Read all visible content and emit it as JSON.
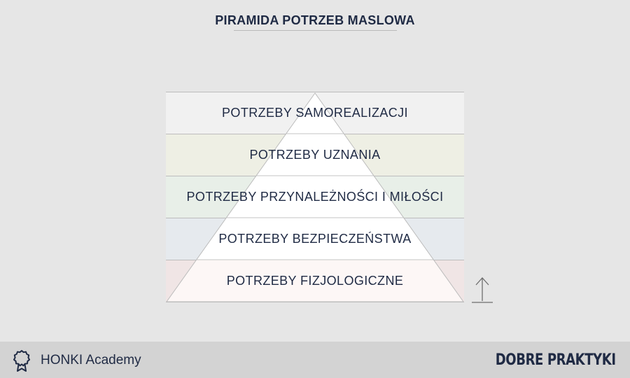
{
  "title": "PIRAMIDA POTRZEB MASLOWA",
  "levels": [
    {
      "label": "POTRZEBY SAMOREALIZACJI",
      "color": "#f1f1f1"
    },
    {
      "label": "POTRZEBY UZNANIA",
      "color": "#eeefe4"
    },
    {
      "label": "POTRZEBY PRZYNALEŻNOŚCI I MIŁOŚCI",
      "color": "#e8efe8"
    },
    {
      "label": "POTRZEBY BEZPIECZEŃSTWA",
      "color": "#e6eaee"
    },
    {
      "label": "POTRZEBY FIZJOLOGICZNE",
      "color": "#f0e5e5"
    }
  ],
  "arrow_icon": "arrow-up-icon",
  "footer": {
    "brand_icon": "award-ribbon-icon",
    "brand_name": "HONKI Academy",
    "tagline": "DOBRE PRAKTYKI"
  }
}
